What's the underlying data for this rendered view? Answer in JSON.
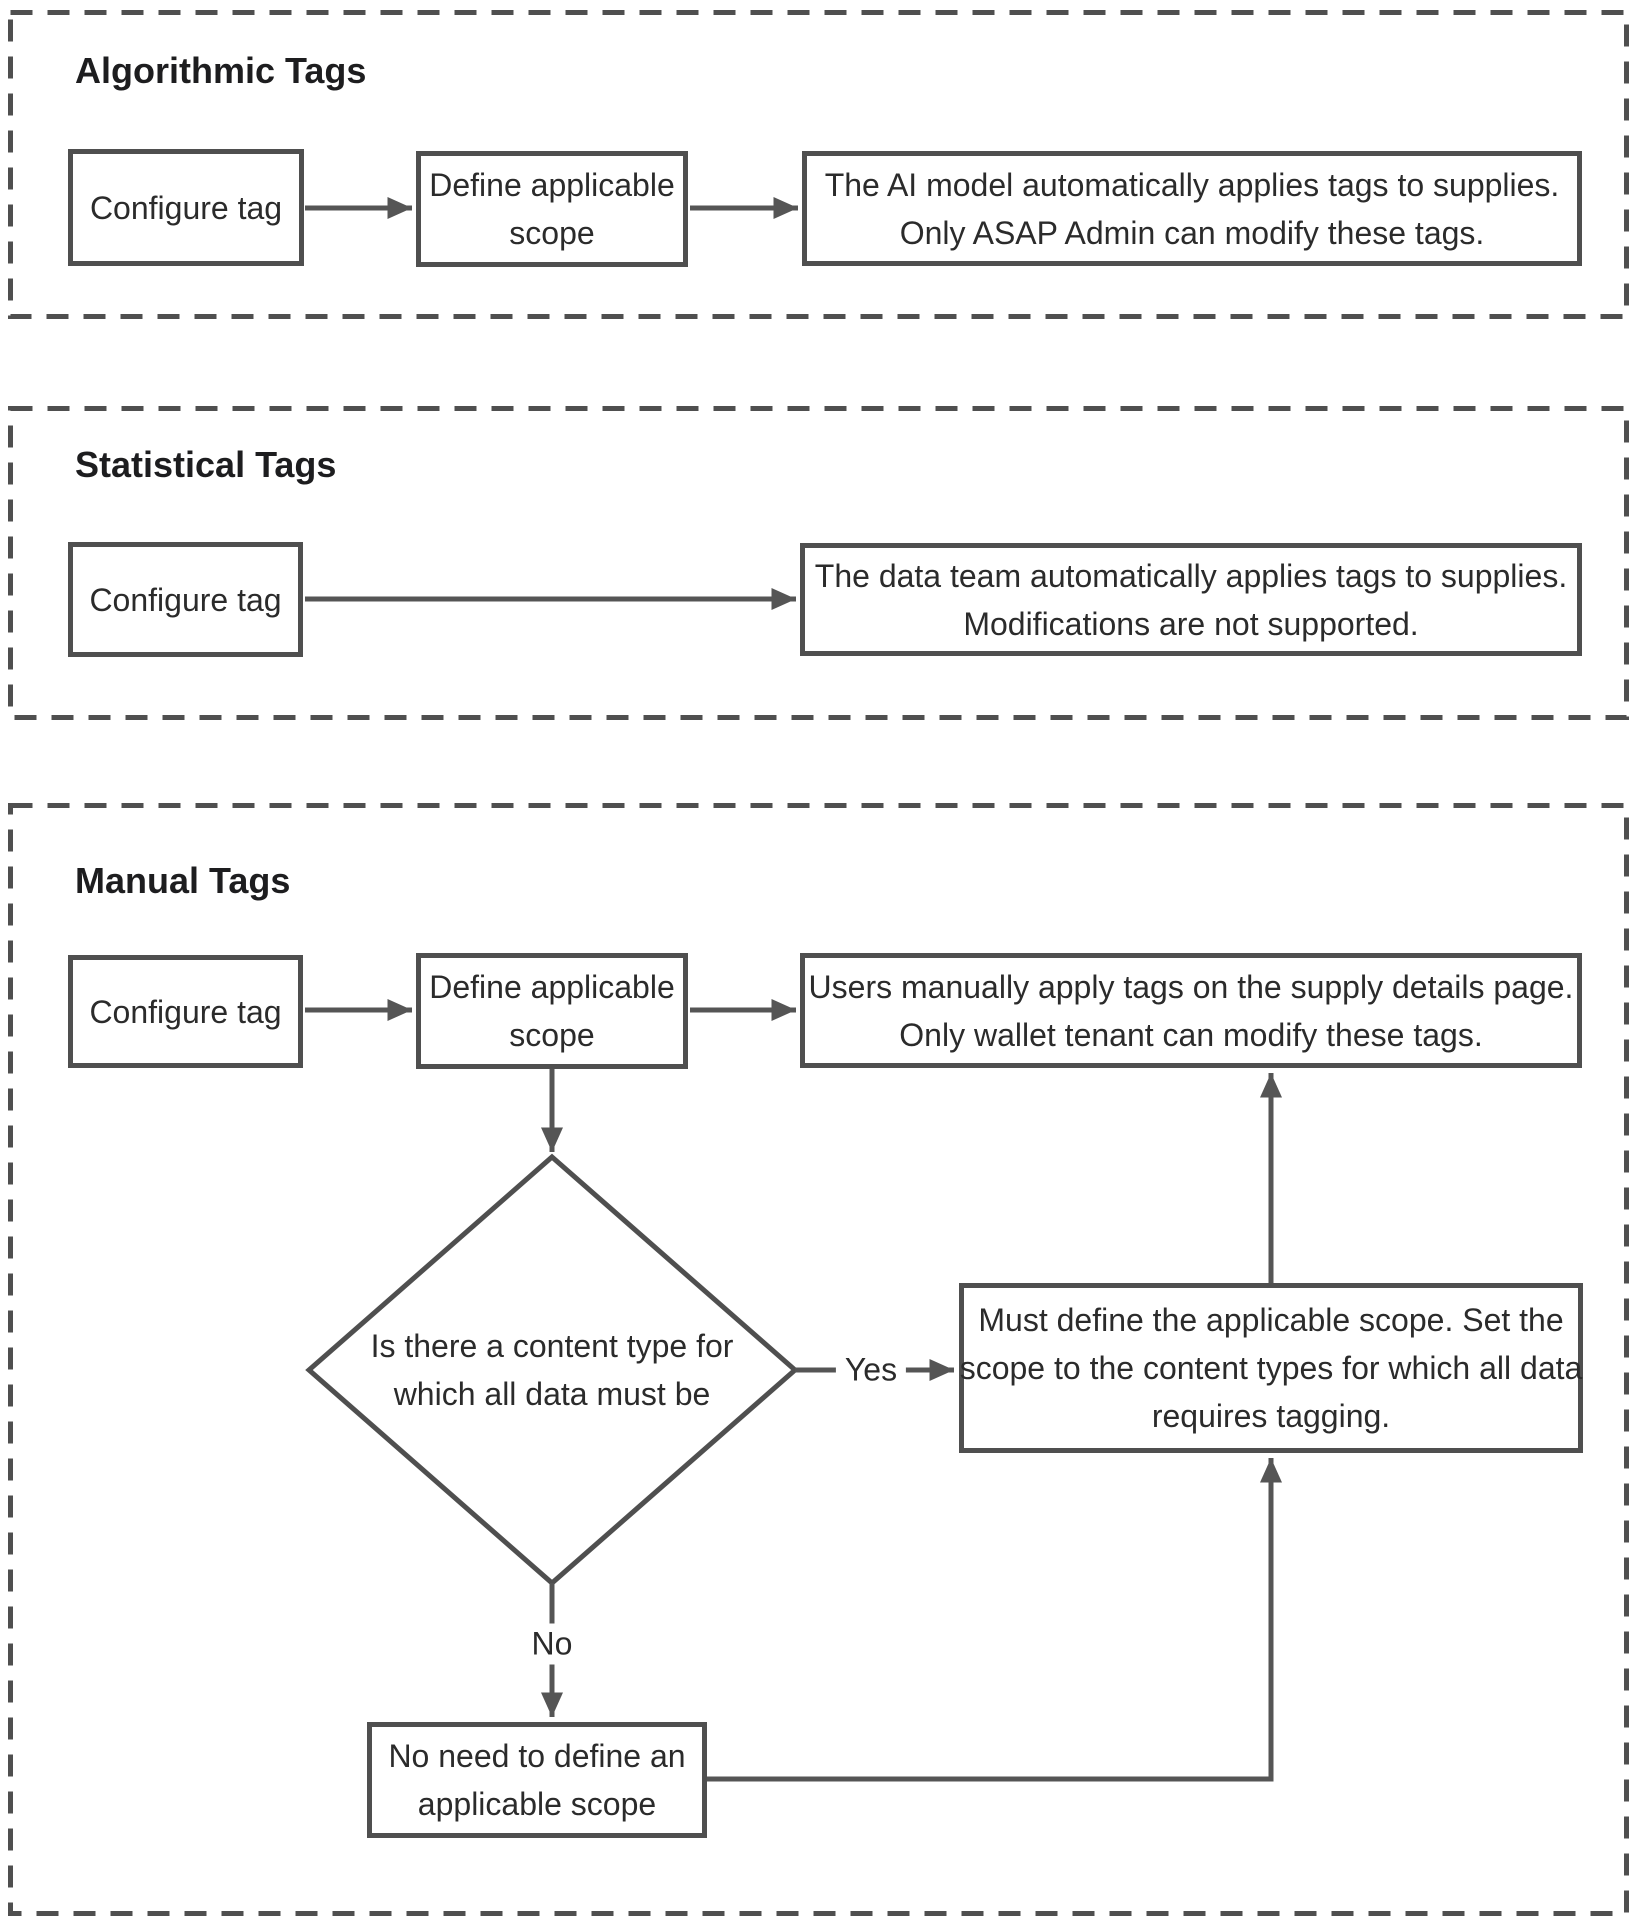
{
  "colors": {
    "stroke": "#4f4f4f",
    "line": "#555555",
    "text": "#2b2b2b",
    "background": "#ffffff"
  },
  "sections": [
    {
      "title": "Algorithmic Tags",
      "boxes": [
        {
          "name": "configure-tag",
          "lines": [
            "Configure tag"
          ]
        },
        {
          "name": "define-applicable-scope",
          "lines": [
            "Define applicable",
            "scope"
          ]
        },
        {
          "name": "ai-model-note",
          "lines": [
            "The AI model automatically applies tags to supplies.",
            "Only ASAP Admin can modify these tags."
          ]
        }
      ]
    },
    {
      "title": "Statistical Tags",
      "boxes": [
        {
          "name": "configure-tag",
          "lines": [
            "Configure tag"
          ]
        },
        {
          "name": "data-team-note",
          "lines": [
            "The data team automatically applies tags to supplies.",
            "Modifications are not supported."
          ]
        }
      ]
    },
    {
      "title": "Manual Tags",
      "boxes": [
        {
          "name": "configure-tag",
          "lines": [
            "Configure tag"
          ]
        },
        {
          "name": "define-applicable-scope",
          "lines": [
            "Define applicable",
            "scope"
          ]
        },
        {
          "name": "users-apply-note",
          "lines": [
            "Users manually apply tags on the supply details page.",
            "Only wallet tenant can modify these tags."
          ]
        },
        {
          "name": "must-define-scope-note",
          "lines": [
            "Must define the applicable scope. Set the",
            "scope to the content types for which all data",
            "requires tagging."
          ]
        },
        {
          "name": "no-need-scope-note",
          "lines": [
            "No need to define an",
            "applicable scope"
          ]
        }
      ],
      "diamond": {
        "lines": [
          "Is there a content type for",
          "which all data must be"
        ]
      },
      "labels": {
        "yes": "Yes",
        "no": "No"
      }
    }
  ]
}
